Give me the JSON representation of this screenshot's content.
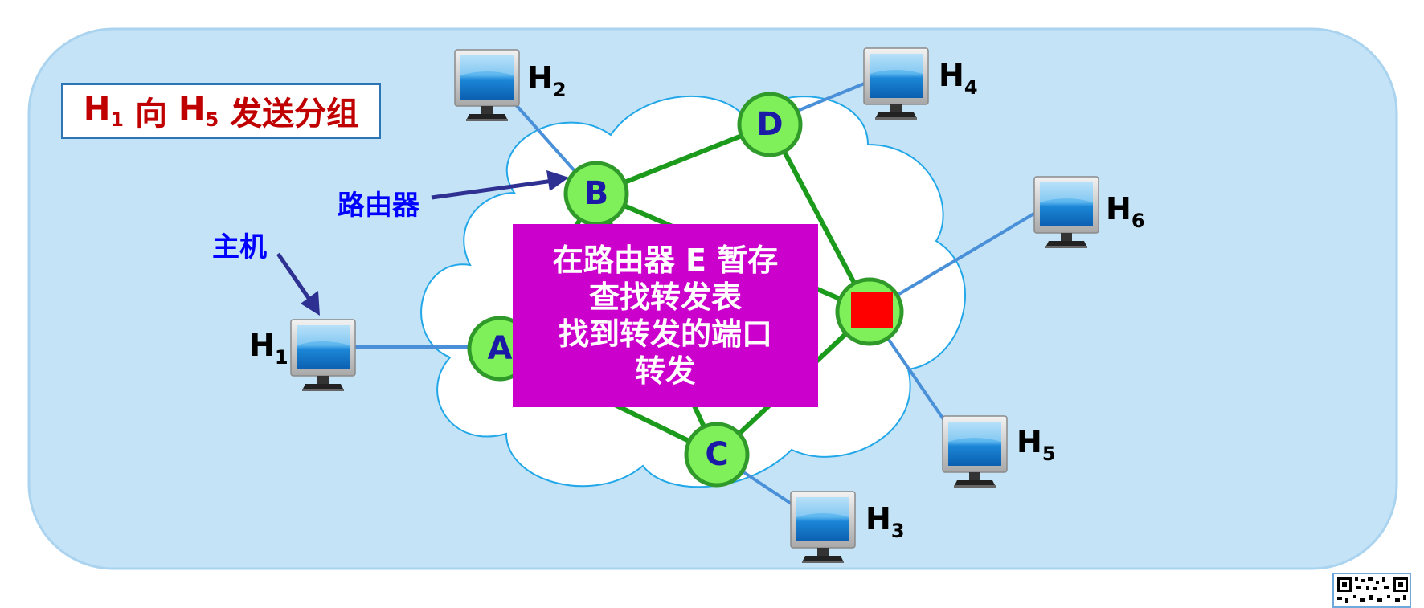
{
  "title": {
    "h1_main": "H",
    "h1_sub": "1",
    "to": "向",
    "h5_main": "H",
    "h5_sub": "5",
    "action": "发送分组"
  },
  "labels": {
    "router": "路由器",
    "host": "主机"
  },
  "message": {
    "line1": "在路由器 E 暂存",
    "line2": "查找转发表",
    "line3": "找到转发的端口",
    "line4": "转发"
  },
  "routers": {
    "A": "A",
    "B": "B",
    "C": "C",
    "D": "D"
  },
  "hosts": {
    "h1": {
      "main": "H",
      "sub": "1"
    },
    "h2": {
      "main": "H",
      "sub": "2"
    },
    "h3": {
      "main": "H",
      "sub": "3"
    },
    "h4": {
      "main": "H",
      "sub": "4"
    },
    "h5": {
      "main": "H",
      "sub": "5"
    },
    "h6": {
      "main": "H",
      "sub": "6"
    }
  },
  "colors": {
    "panel": "#c5e3f6",
    "router_fill": "#7ff05a",
    "router_border": "#2f9a2a",
    "green_link": "#1b9a1b",
    "host_link": "#4a90d9",
    "title_text": "#c00000",
    "message_bg": "#cc00cc",
    "packet": "#ff0000"
  }
}
